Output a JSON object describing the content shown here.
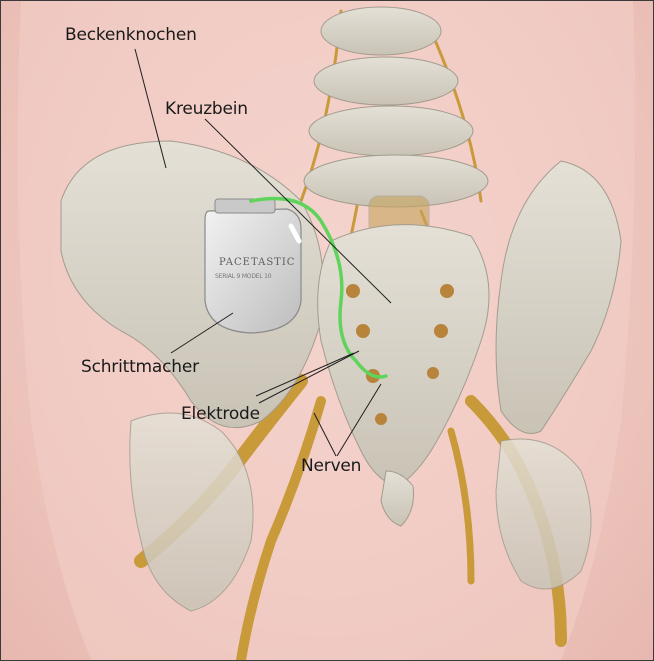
{
  "image": {
    "labels": {
      "pelvic_bone": "Beckenknochen",
      "sacrum": "Kreuzbein",
      "pacemaker": "Schrittmacher",
      "electrode": "Elektrode",
      "nerves": "Nerven"
    },
    "device": {
      "brand": "Pacetastic",
      "fine_print": "SERIAL 9   MODEL 10"
    },
    "colors": {
      "skin": "#efc8c0",
      "bone": "#d8d3c8",
      "nerve": "#c99a3a",
      "electrode": "#5fd35a",
      "device": "#dcdcdc"
    }
  }
}
